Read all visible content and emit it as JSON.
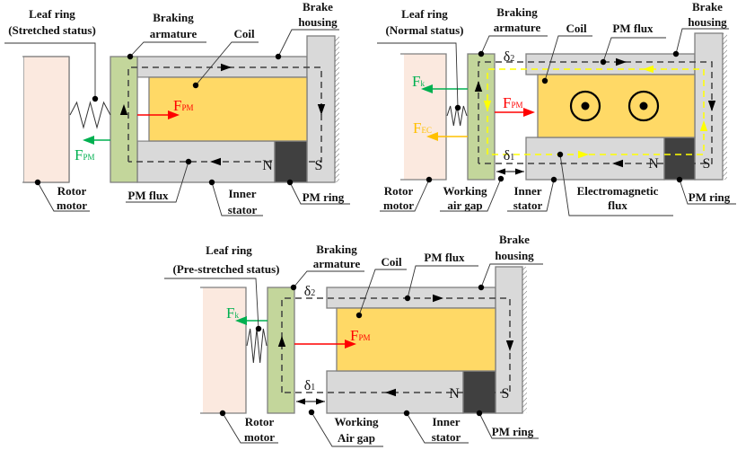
{
  "colors": {
    "rotor": "#fbe9df",
    "armature": "#c3d69b",
    "steel": "#d9d9d9",
    "coil": "#ffd966",
    "pm_ring": "#404040",
    "outline": "#7f7f7f",
    "pm_flux": "#404040",
    "em_flux": "#ffff00",
    "force_pm": "#ff0000",
    "force_k": "#00b050",
    "force_ec": "#ffc000",
    "text": "#111111"
  },
  "diagrams": [
    {
      "id": "stretched",
      "labels": {
        "leaf_ring": "Leaf ring",
        "leaf_ring_status": "(Stretched status)",
        "braking_armature_1": "Braking",
        "braking_armature_2": "armature",
        "coil": "Coil",
        "brake_housing_1": "Brake",
        "brake_housing_2": "housing",
        "rotor_motor_1": "Rotor",
        "rotor_motor_2": "motor",
        "pm_flux": "PM flux",
        "inner_stator_1": "Inner",
        "inner_stator_2": "stator",
        "pm_ring": "PM ring",
        "north": "N",
        "south": "S"
      },
      "forces": [
        {
          "symbol": "F",
          "sub": "PM",
          "color_key": "force_pm",
          "direction": "right"
        },
        {
          "symbol": "F",
          "sub": "PM",
          "color_key": "force_k",
          "direction": "left"
        }
      ]
    },
    {
      "id": "normal",
      "labels": {
        "leaf_ring": "Leaf ring",
        "leaf_ring_status": "(Normal status)",
        "braking_armature_1": "Braking",
        "braking_armature_2": "armature",
        "coil": "Coil",
        "pm_flux": "PM flux",
        "brake_housing_1": "Brake",
        "brake_housing_2": "housing",
        "rotor_motor_1": "Rotor",
        "rotor_motor_2": "motor",
        "working_air_gap_1": "Working",
        "working_air_gap_2": "air gap",
        "inner_stator_1": "Inner",
        "inner_stator_2": "stator",
        "em_flux_1": "Electromagnetic",
        "em_flux_2": "flux",
        "pm_ring": "PM ring",
        "delta1": "δ",
        "delta1_sub": "1",
        "delta2": "δ",
        "delta2_sub": "2",
        "north": "N",
        "south": "S"
      },
      "forces": [
        {
          "symbol": "F",
          "sub": "k",
          "color_key": "force_k",
          "direction": "left"
        },
        {
          "symbol": "F",
          "sub": "EC",
          "color_key": "force_ec",
          "direction": "left"
        },
        {
          "symbol": "F",
          "sub": "PM",
          "color_key": "force_pm",
          "direction": "right"
        }
      ],
      "coil_current": "out-of-page"
    },
    {
      "id": "prestretched",
      "labels": {
        "leaf_ring": "Leaf ring",
        "leaf_ring_status": "(Pre-stretched status)",
        "braking_armature_1": "Braking",
        "braking_armature_2": "armature",
        "coil": "Coil",
        "pm_flux": "PM flux",
        "brake_housing_1": "Brake",
        "brake_housing_2": "housing",
        "rotor_motor_1": "Rotor",
        "rotor_motor_2": "motor",
        "working_air_gap_1": "Working",
        "working_air_gap_2": "Air gap",
        "inner_stator_1": "Inner",
        "inner_stator_2": "stator",
        "pm_ring": "PM ring",
        "delta1": "δ",
        "delta1_sub": "1",
        "delta2": "δ",
        "delta2_sub": "2",
        "north": "N",
        "south": "S"
      },
      "forces": [
        {
          "symbol": "F",
          "sub": "k",
          "color_key": "force_k",
          "direction": "left"
        },
        {
          "symbol": "F",
          "sub": "PM",
          "color_key": "force_pm",
          "direction": "right"
        }
      ]
    }
  ]
}
